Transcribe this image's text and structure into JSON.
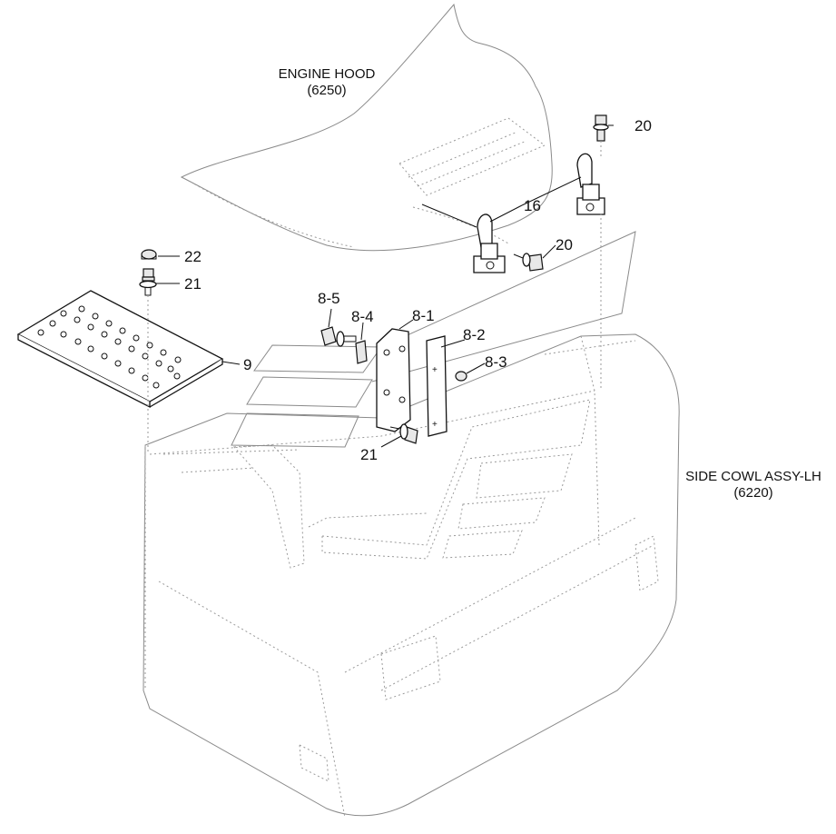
{
  "assemblies": {
    "engine_hood": {
      "name": "ENGINE HOOD",
      "code": "(6250)"
    },
    "side_cowl": {
      "name": "SIDE COWL ASSY-LH",
      "code": "(6220)"
    }
  },
  "callouts": {
    "c20_top": "20",
    "c16": "16",
    "c20_mid": "20",
    "c22": "22",
    "c21_top": "21",
    "c9": "9",
    "c8_5": "8-5",
    "c8_4": "8-4",
    "c8_1": "8-1",
    "c8_2": "8-2",
    "c8_3": "8-3",
    "c21_bottom": "21"
  }
}
